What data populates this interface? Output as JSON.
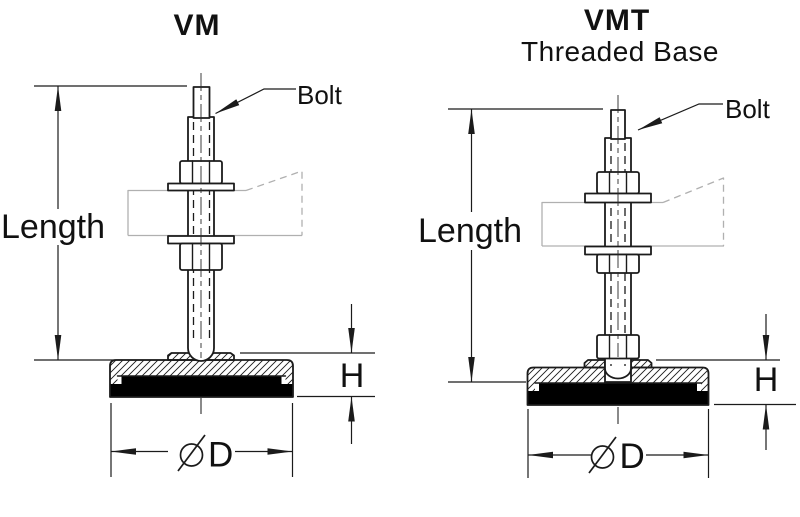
{
  "page": {
    "background": "#ffffff"
  },
  "colors": {
    "line": "#1b1b1b",
    "ghost_plate": "#b0b0b0",
    "rubber_pad": "#000000"
  },
  "figures": [
    {
      "id": "vm",
      "title": "VM",
      "subtitle": "",
      "labels": {
        "length": "Length",
        "bolt": "Bolt",
        "height": "H",
        "diameter_symbol": "⌀",
        "diameter_letter": "D"
      }
    },
    {
      "id": "vmt",
      "title": "VMT",
      "subtitle": "Threaded Base",
      "labels": {
        "length": "Length",
        "bolt": "Bolt",
        "height": "H",
        "diameter_symbol": "⌀",
        "diameter_letter": "D"
      }
    }
  ]
}
